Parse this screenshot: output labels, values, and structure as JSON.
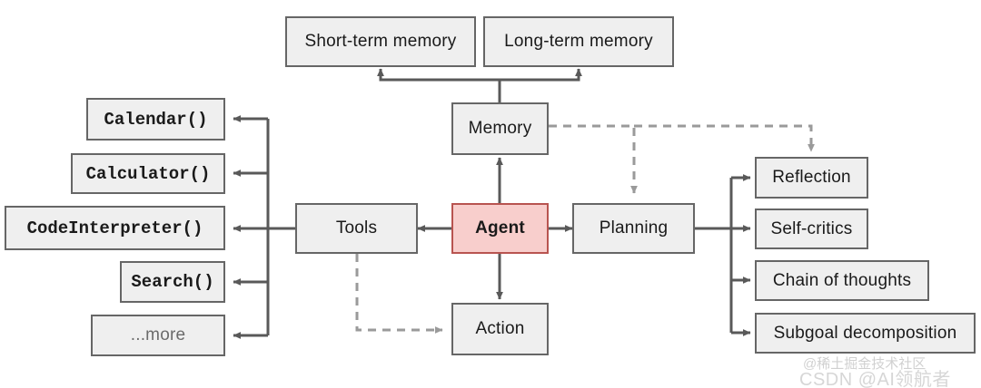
{
  "diagram": {
    "title": "LLM Agent overview diagram",
    "colors": {
      "node_fill": "#efefef",
      "node_stroke": "#666666",
      "agent_fill": "#f8cecc",
      "agent_stroke": "#b85450",
      "edge_solid": "#595959",
      "edge_dashed": "#9a9a9a",
      "background": "#ffffff"
    },
    "nodes": {
      "short_term_memory": "Short-term memory",
      "long_term_memory": "Long-term memory",
      "memory": "Memory",
      "agent": "Agent",
      "tools": "Tools",
      "action": "Action",
      "planning": "Planning",
      "calendar": "Calendar()",
      "calculator": "Calculator()",
      "code_interpreter": "CodeInterpreter()",
      "search": "Search()",
      "more": "...more",
      "reflection": "Reflection",
      "self_critics": "Self-critics",
      "chain_of_thoughts": "Chain of thoughts",
      "subgoal_decomposition": "Subgoal decomposition"
    },
    "tool_list": [
      "Calendar()",
      "Calculator()",
      "CodeInterpreter()",
      "Search()",
      "...more"
    ],
    "planning_list": [
      "Reflection",
      "Self-critics",
      "Chain of thoughts",
      "Subgoal decomposition"
    ],
    "memory_list": [
      "Short-term memory",
      "Long-term memory"
    ]
  },
  "watermarks": {
    "juejin": "@稀土掘金技术社区",
    "csdn": "CSDN @AI领航者"
  }
}
